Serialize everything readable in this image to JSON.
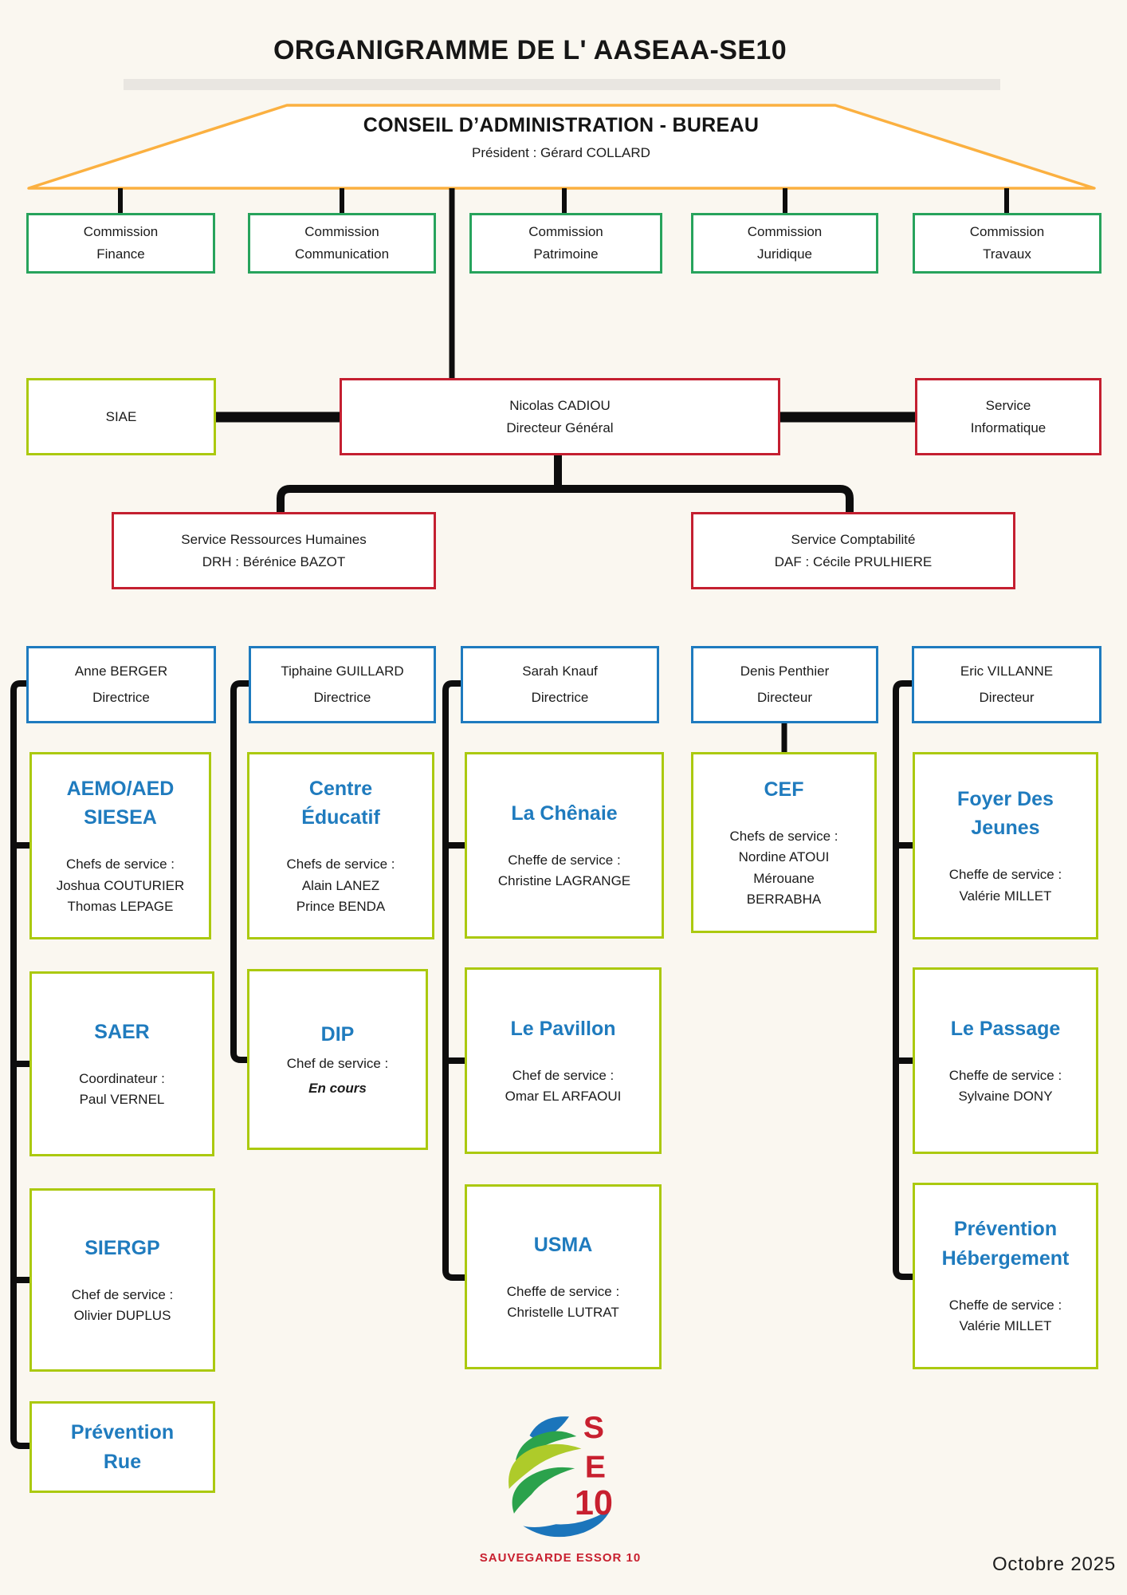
{
  "page": {
    "title": "ORGANIGRAMME DE L' AASEAA-SE10",
    "footer_date": "Octobre 2025"
  },
  "board": {
    "title": "CONSEIL D’ADMINISTRATION - BUREAU",
    "subtitle": "Président : Gérard COLLARD"
  },
  "commissions": [
    {
      "label": "Commission\nFinance"
    },
    {
      "label": "Commission\nCommunication"
    },
    {
      "label": "Commission\nPatrimoine"
    },
    {
      "label": "Commission\nJuridique"
    },
    {
      "label": "Commission\nTravaux"
    }
  ],
  "direction": {
    "siae": {
      "label": "SIAE"
    },
    "dg": {
      "label": "Nicolas CADIOU\nDirecteur Général"
    },
    "informatique": {
      "label": "Service\nInformatique"
    },
    "rh": {
      "label": "Service Ressources Humaines\nDRH : Bérénice BAZOT"
    },
    "compta": {
      "label": "Service Comptabilité\nDAF : Cécile PRULHIERE"
    }
  },
  "directors": [
    {
      "name": "Anne BERGER",
      "role": "Directrice"
    },
    {
      "name": "Tiphaine GUILLARD",
      "role": "Directrice"
    },
    {
      "name": "Sarah Knauf",
      "role": "Directrice"
    },
    {
      "name": "Denis Penthier",
      "role": "Directeur"
    },
    {
      "name": "Eric VILLANNE",
      "role": "Directeur"
    }
  ],
  "columns": [
    {
      "services": [
        {
          "title": "AEMO/AED\nSIESEA",
          "body": "Chefs de service :\nJoshua COUTURIER\nThomas LEPAGE"
        },
        {
          "title": "SAER",
          "body": "Coordinateur :\nPaul VERNEL"
        },
        {
          "title": "SIERGP",
          "body": "Chef de service :\nOlivier DUPLUS"
        },
        {
          "title": "Prévention\nRue"
        }
      ]
    },
    {
      "services": [
        {
          "title": "Centre\nÉducatif",
          "body": "Chefs de service :\nAlain LANEZ\nPrince BENDA"
        },
        {
          "title": "DIP",
          "body": "Chef de service :",
          "body_italic": "En cours"
        }
      ]
    },
    {
      "services": [
        {
          "title": "La Chênaie",
          "body": "Cheffe de service :\nChristine LAGRANGE"
        },
        {
          "title": "Le Pavillon",
          "body": "Chef de service :\nOmar EL ARFAOUI"
        },
        {
          "title": "USMA",
          "body": "Cheffe de service :\nChristelle LUTRAT"
        }
      ]
    },
    {
      "services": [
        {
          "title": "CEF",
          "body": "Chefs de service :\nNordine ATOUI\nMérouane\nBERRABHA"
        }
      ]
    },
    {
      "services": [
        {
          "title": "Foyer Des\nJeunes",
          "body": "Cheffe de service :\nValérie MILLET"
        },
        {
          "title": "Le Passage",
          "body": "Cheffe de service :\nSylvaine DONY"
        },
        {
          "title": "Prévention\nHébergement",
          "body": "Cheffe de service :\nValérie MILLET"
        }
      ]
    }
  ],
  "logo": {
    "letter_s": "S",
    "letter_e": "E",
    "number": "10",
    "caption": "SAUVEGARDE ESSOR 10"
  },
  "colors": {
    "background": "#FAF7F0",
    "board_border": "#FBB040",
    "commission_border": "#27A35C",
    "lime_border": "#ABC90F",
    "red_border": "#C41F30",
    "blue_border": "#1E7BBF",
    "service_title_blue": "#1F7BBE",
    "logo_red": "#C8202F",
    "connector": "#0D0D0D"
  }
}
